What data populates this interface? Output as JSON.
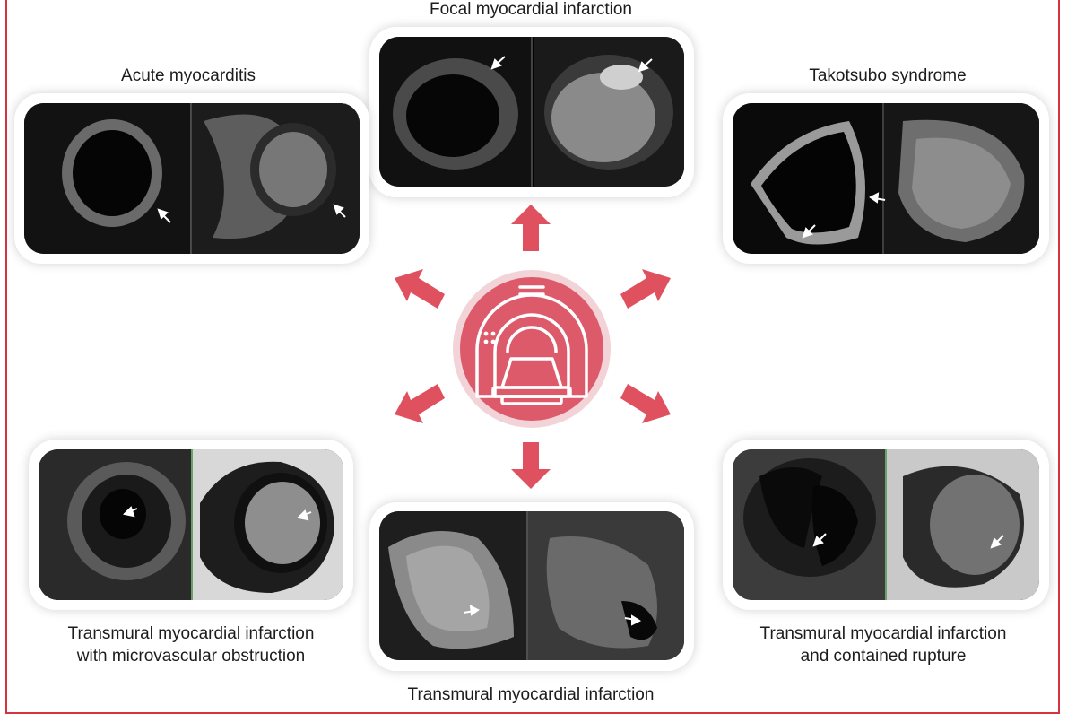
{
  "panels": {
    "focal": {
      "label": "Focal myocardial infarction"
    },
    "myocarditis": {
      "label": "Acute myocarditis"
    },
    "takotsubo": {
      "label": "Takotsubo syndrome"
    },
    "mvo": {
      "label_line1": "Transmural myocardial infarction",
      "label_line2": "with microvascular obstruction"
    },
    "transmural": {
      "label": "Transmural myocardial infarction"
    },
    "rupture": {
      "label_line1": "Transmural myocardial infarction",
      "label_line2": "and contained rupture"
    }
  },
  "colors": {
    "accent": "#e0515f",
    "border": "#d6333f",
    "hub_fill": "#dc5a6a"
  },
  "icons": {
    "center": "mri-scanner-icon",
    "arrows": "arrow-icon"
  }
}
